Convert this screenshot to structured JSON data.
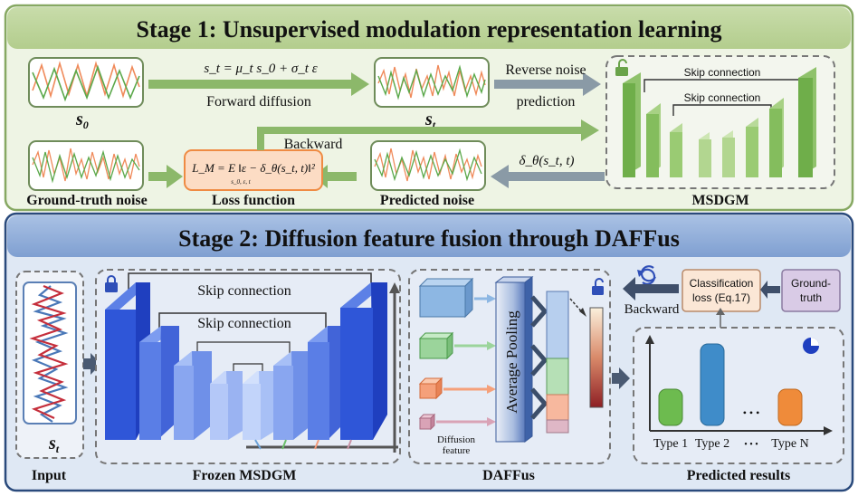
{
  "stage1": {
    "title": "Stage 1: Unsupervised modulation representation learning",
    "equation_forward": "s_t = μ_t s_0 + σ_t ε",
    "forward_label": "Forward diffusion",
    "reverse_label_line1": "Reverse noise",
    "reverse_label_line2": "prediction",
    "backward_label": "Backward",
    "delta_label": "δ_θ(s_t, t)",
    "loss_formula": "L_M = E ‖ε − δ_θ(s_t, t)‖²",
    "loss_subscript": "s_0, ε, t",
    "s0_label": "s",
    "s0_sub": "0",
    "st_label": "s",
    "st_sub": "t",
    "gt_noise_label": "Ground-truth noise",
    "loss_function_label": "Loss function",
    "pred_noise_label": "Predicted noise",
    "msdgm_label": "MSDGM",
    "skip1": "Skip connection",
    "skip2": "Skip connection"
  },
  "stage2": {
    "title": "Stage 2: Diffusion feature fusion through DAFFus",
    "input_label": "Input",
    "st_label": "s",
    "st_sub": "t",
    "frozen_label": "Frozen MSDGM",
    "skip1": "Skip connection",
    "skip2": "Skip connection",
    "daffus_label": "DAFFus",
    "avg_pool": "Average Pooling",
    "diffusion_feature_line1": "Diffusion",
    "diffusion_feature_line2": "feature",
    "class_loss_line1": "Classification",
    "class_loss_line2": "loss (Eq.17)",
    "ground_truth_line1": "Ground-",
    "ground_truth_line2": "truth",
    "backward_label": "Backward",
    "predicted_label": "Predicted results",
    "type1": "Type 1",
    "type2": "Type 2",
    "dots_mid": "• • •",
    "dots_top": "• • •",
    "typeN": "Type N"
  },
  "colors": {
    "stage1_bg": "#e7efd9",
    "stage1_border": "#8fb069",
    "stage2_bg": "#dde7f3",
    "stage2_border": "#2f4f7f",
    "green_arrow": "#8cb86a",
    "gray_arrow": "#8a9aa6",
    "blue_block": "#3a5fd9",
    "loss_fill": "#fbd9bd",
    "loss_stroke": "#f08a3a"
  },
  "icons": [
    "unlock-icon",
    "lock-icon",
    "refresh-icon",
    "pie-chart-icon"
  ]
}
